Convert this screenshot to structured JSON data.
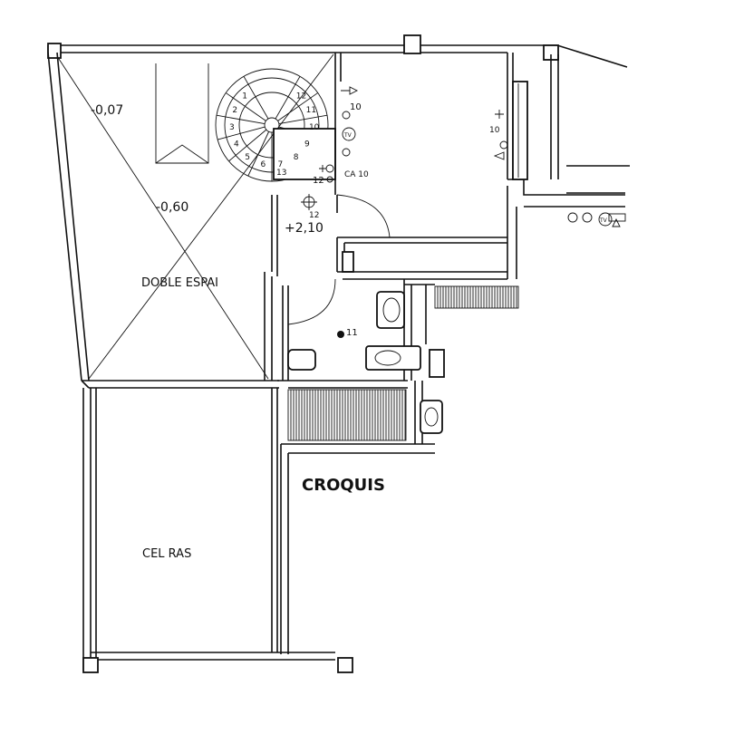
{
  "title": "CROQUIS",
  "rooms": {
    "double_space": "DOBLE ESPAI",
    "open_sky": "CEL RAS"
  },
  "levels": {
    "roof_edge": "-0,07",
    "double_space": "-0,60",
    "floor": "+2,10"
  },
  "stair_steps": [
    "1",
    "2",
    "3",
    "4",
    "5",
    "6",
    "7",
    "8",
    "9",
    "10",
    "11",
    "12",
    "13"
  ],
  "electrical_labels": {
    "lamp_top": "10",
    "socket_group": "10",
    "tv_socket_1": "TV",
    "tv_socket_2": "TV",
    "switch_group_label": "12",
    "switch_group_extra": "CA 10",
    "ceiling_light": "12",
    "bath_light": "11"
  }
}
